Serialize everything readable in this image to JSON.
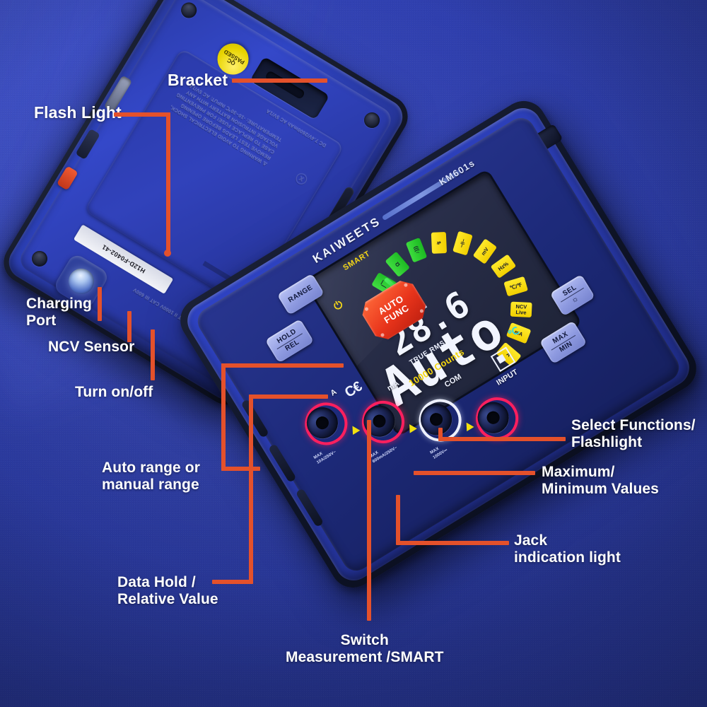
{
  "theme": {
    "background_blue": "#2e3eaa",
    "annotation_orange": "#e4512b",
    "label_text": "#ffffff",
    "accent_yellow": "#f5d60c",
    "accent_green": "#3ddc3d",
    "accent_cyan": "#2fd7e8",
    "jack_ring_red": "#ff1f5e"
  },
  "annotations": [
    {
      "id": "bracket",
      "text": "Bracket"
    },
    {
      "id": "flash-light",
      "text": "Flash Light"
    },
    {
      "id": "charging-port",
      "text": "Charging\nPort"
    },
    {
      "id": "ncv-sensor",
      "text": "NCV Sensor"
    },
    {
      "id": "turn-on-off",
      "text": "Turn on/off"
    },
    {
      "id": "auto-range",
      "text": "Auto range or\nmanual range"
    },
    {
      "id": "data-hold",
      "text": "Data Hold /\nRelative Value"
    },
    {
      "id": "switch-measure",
      "text": "Switch\nMeasurement /SMART"
    },
    {
      "id": "select-func",
      "text": "Select Functions/\nFlashlight"
    },
    {
      "id": "max-min",
      "text": "Maximum/\nMinimum Values"
    },
    {
      "id": "jack-light",
      "text": "Jack\nindication light"
    }
  ],
  "back_unit": {
    "qc_sticker": "QC\nPASSED",
    "serial_label": "H12D-F0402-41",
    "molded_warning": "⚠ WARNING\nTO AVOID ELECTRICAL\nSHOCK, REMOVE TEST\nLEADS BEFORE OPENING\nCASE TO REPLACE\nFUSE! FOR PREVENTING\nVOLTAGE INTRUSION\nBATTERY WITH ANY\nTEMPERATURE: -10~30℃\nINPUT: AC 5V/1A",
    "molded_battery": "DC 7.4V/2600mAh\nAC 5V/1A"
  },
  "front_unit": {
    "brand": "KAIWEETS",
    "model": "KM601s",
    "lcd": {
      "smart_label": "SMART",
      "power_icon": "⏻",
      "reading": "28.6",
      "unit": "℃",
      "mode_text": "Auto",
      "dial_segments": [
        {
          "label": "⎺|",
          "color": "green"
        },
        {
          "label": "Ω",
          "color": "green"
        },
        {
          "label": "♪)))",
          "color": "green"
        },
        {
          "label": "↯",
          "color": "yellow"
        },
        {
          "label": "⊣⊢",
          "color": "yellow"
        },
        {
          "label": "mV",
          "color": "yellow"
        },
        {
          "label": "Hz%",
          "color": "yellow"
        },
        {
          "label": "℃/℉",
          "color": "yellow"
        },
        {
          "label": "NCV\nLive",
          "color": "yellow"
        },
        {
          "label": "mA",
          "color": "yellow"
        },
        {
          "label": "A",
          "color": "yellow"
        }
      ]
    },
    "buttons": [
      {
        "id": "range",
        "lines": [
          "RANGE"
        ]
      },
      {
        "id": "hold",
        "lines": [
          "HOLD",
          "REL"
        ]
      },
      {
        "id": "auto",
        "lines": [
          "AUTO",
          "FUNC"
        ]
      },
      {
        "id": "sel",
        "lines": [
          "SEL"
        ]
      },
      {
        "id": "maxmin",
        "lines": [
          "MAX",
          "MIN"
        ]
      }
    ],
    "panel_text": {
      "ce": "C€",
      "true_rms": "TRUE RMS",
      "counts": "10000 Counts",
      "input": "INPUT"
    },
    "jacks": [
      {
        "id": "a",
        "label": "A",
        "rating": "MAX\n10A/250V~"
      },
      {
        "id": "ma",
        "label": "mA",
        "rating": "MAX\n600mA/250V~"
      },
      {
        "id": "com",
        "label": "COM",
        "rating": "MAX\n1000V⎓"
      },
      {
        "id": "input",
        "label": "",
        "rating": ""
      }
    ]
  }
}
